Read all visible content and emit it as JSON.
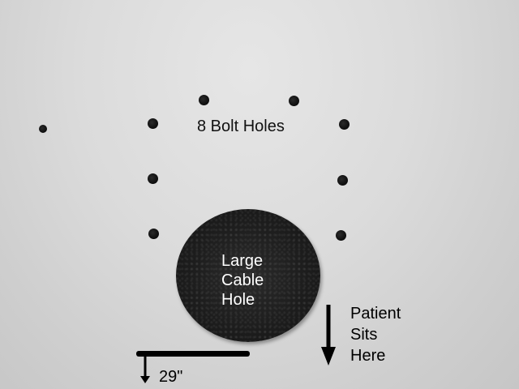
{
  "labels": {
    "bolt_holes": "8 Bolt Holes",
    "cable_hole_line1": "Large",
    "cable_hole_line2": "Cable",
    "cable_hole_line3": "Hole",
    "patient_line1": "Patient",
    "patient_line2": "Sits",
    "patient_line3": "Here",
    "measurement": "29\""
  },
  "icons": {
    "patient_direction": "down-arrow-icon",
    "measurement_direction": "down-arrow-icon"
  },
  "colors": {
    "surface": "#dbdbdb",
    "bolt": "#0c0c0c",
    "cable_hole": "#1c1c1c",
    "text_dark": "#000000",
    "text_light": "#ffffff"
  }
}
